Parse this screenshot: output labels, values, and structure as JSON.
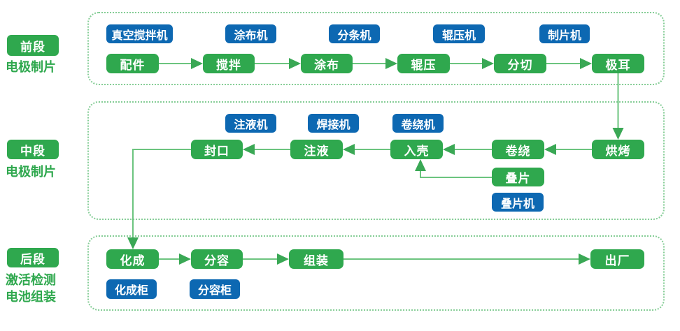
{
  "colors": {
    "box_green": "#2fa84e",
    "badge_blue": "#0d68b2",
    "connector_green": "#6cc47f",
    "arrowhead_green": "#3aa855",
    "container_border_green": "#85cd96",
    "label_text_green": "#2fa84e",
    "text_on_fill": "#ffffff"
  },
  "sections": {
    "front": {
      "tag": "前段",
      "subtitle": "电极制片",
      "machines": {
        "vacuum_mixer": "真空搅拌机",
        "coater": "涂布机",
        "slitter": "分条机",
        "roller_press": "辊压机",
        "sheet_maker": "制片机"
      },
      "steps": {
        "parts": "配件",
        "mixing": "搅拌",
        "coating": "涂布",
        "rolling": "辊压",
        "cutting": "分切",
        "tab": "极耳"
      }
    },
    "middle": {
      "tag": "中段",
      "subtitle": "电极制片",
      "machines": {
        "filling_machine": "注液机",
        "welding_machine": "焊接机",
        "winding_machine": "卷绕机",
        "stacking_machine": "叠片机"
      },
      "steps": {
        "sealing": "封口",
        "filling": "注液",
        "casing": "入壳",
        "winding": "卷绕",
        "baking": "烘烤",
        "stacking": "叠片"
      }
    },
    "back": {
      "tag": "后段",
      "subtitle_line1": "激活检测",
      "subtitle_line2": "电池组装",
      "machines": {
        "formation_cabinet": "化成柜",
        "grading_cabinet": "分容柜"
      },
      "steps": {
        "formation": "化成",
        "grading": "分容",
        "assembly": "组装",
        "shipping": "出厂"
      }
    }
  }
}
